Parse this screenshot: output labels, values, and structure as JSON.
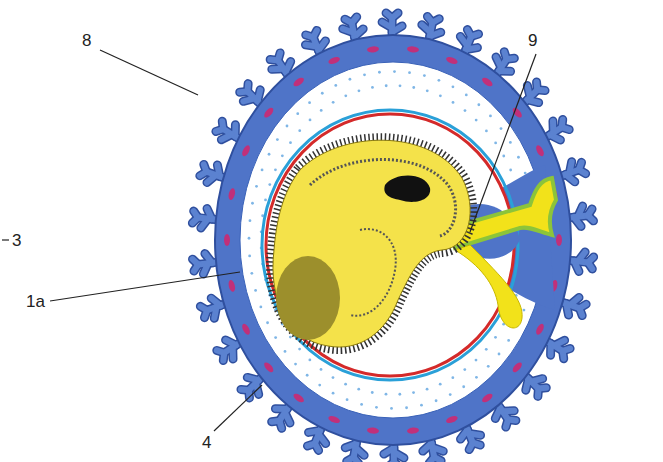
{
  "diagram": {
    "labels": [
      "8",
      "9",
      "3",
      "1a",
      "4"
    ]
  }
}
